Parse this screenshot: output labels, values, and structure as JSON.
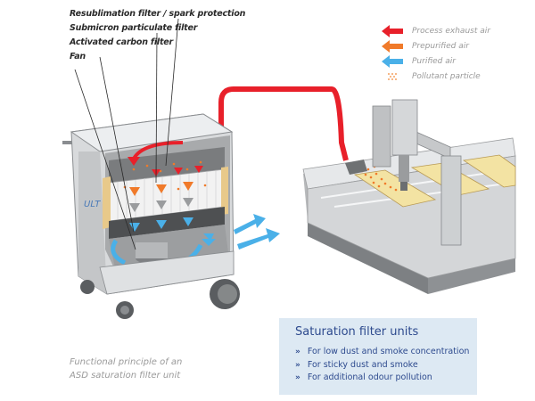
{
  "callouts": [
    "Resublimation filter / spark protection",
    "Submicron particulate filter",
    "Activated carbon filter",
    "Fan"
  ],
  "legend": [
    {
      "label": "Process exhaust air",
      "color": "#e8202a",
      "icon": "arrow-left-icon"
    },
    {
      "label": "Prepurified air",
      "color": "#f07a2a",
      "icon": "arrow-left-icon"
    },
    {
      "label": "Purified air",
      "color": "#4ab0e8",
      "icon": "arrow-left-icon"
    },
    {
      "label": "Pollutant particle",
      "color": "#f5a060",
      "icon": "particle-dots-icon"
    }
  ],
  "caption": {
    "line1": "Functional principle of an",
    "line2": "ASD saturation filter unit"
  },
  "infobox": {
    "title": "Saturation filter units",
    "bullet": "»",
    "items": [
      "For low dust and smoke concentration",
      "For sticky dust and smoke",
      "For additional odour pollution"
    ]
  },
  "colors": {
    "exhaust": "#e8202a",
    "prepurified": "#f07a2a",
    "purified": "#4ab0e8",
    "particle": "#f5a060",
    "metal": "#c8cacc",
    "wood": "#e8c98a",
    "board": "#f0e0a0",
    "infobox_text": "#2d4a8e"
  }
}
